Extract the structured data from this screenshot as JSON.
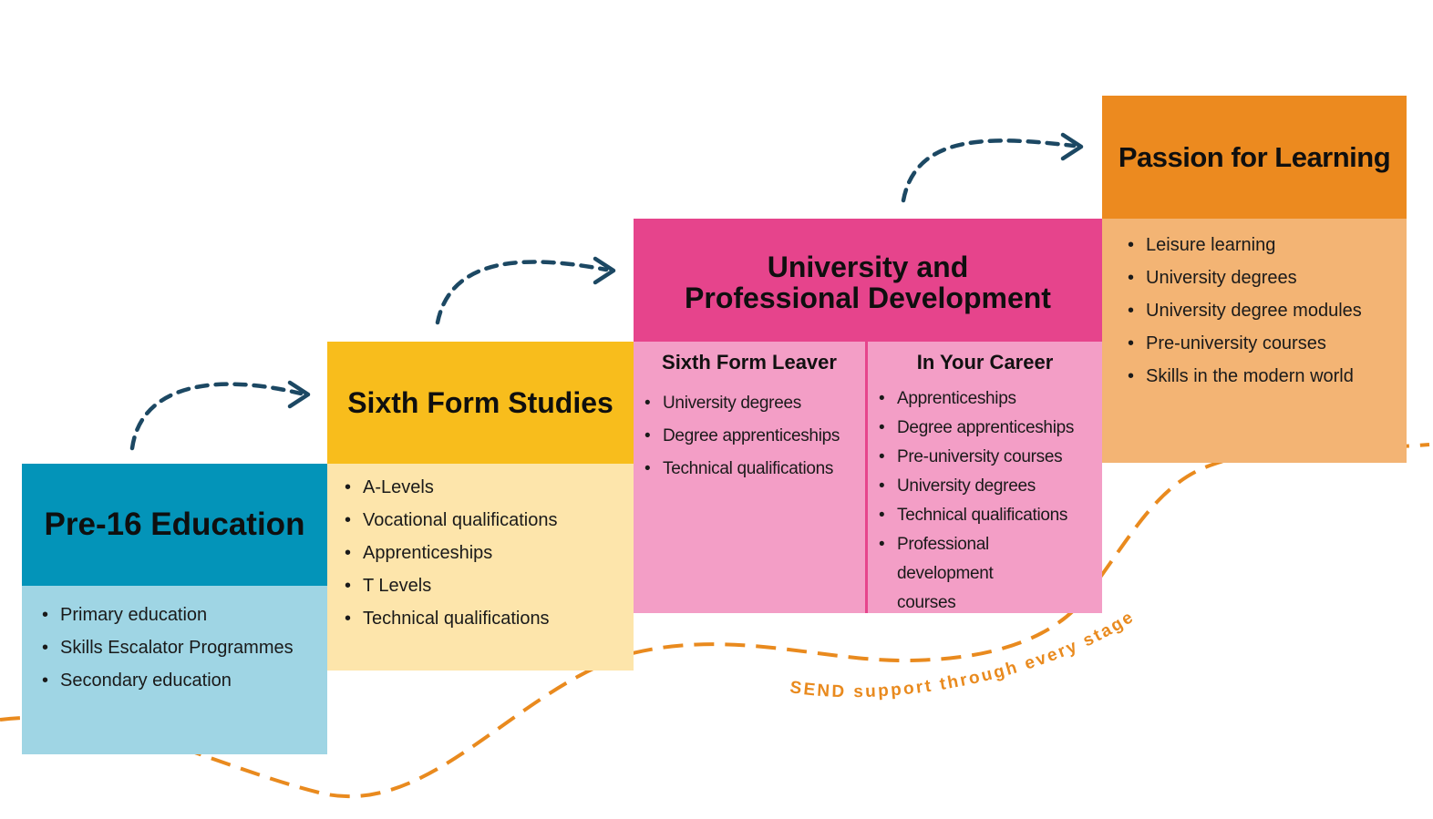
{
  "colors": {
    "stage1_head": "#0394b9",
    "stage1_body": "#9fd5e4",
    "stage2_head": "#f8bd1c",
    "stage2_body": "#fde5ab",
    "stage3_head": "#e6448c",
    "stage3_body": "#f39ec6",
    "stage4_head": "#ec8a1f",
    "stage4_body": "#f3b474",
    "arrow": "#1c4863",
    "send_line": "#e98a1e"
  },
  "stages": [
    {
      "title": "Pre-16 Education",
      "items": [
        "Primary education",
        "Skills Escalator Programmes",
        "Secondary education"
      ]
    },
    {
      "title": "Sixth Form Studies",
      "items": [
        "A-Levels",
        "Vocational qualifications",
        "Apprenticeships",
        "T Levels",
        "Technical qualifications"
      ]
    },
    {
      "title_line1": "University and",
      "title_line2": "Professional Development",
      "columns": [
        {
          "heading": "Sixth Form Leaver",
          "items": [
            "University degrees",
            "Degree apprenticeships",
            "Technical qualifications"
          ]
        },
        {
          "heading": "In Your Career",
          "items": [
            "Apprenticeships",
            "Degree apprenticeships",
            "Pre-university courses",
            "University degrees",
            "Technical qualifications",
            "Professional development courses"
          ]
        }
      ]
    },
    {
      "title": "Passion for Learning",
      "items": [
        "Leisure learning",
        "University degrees",
        "University degree modules",
        "Pre-university courses",
        "Skills in the modern world"
      ]
    }
  ],
  "send_label": "SEND support through every stage"
}
